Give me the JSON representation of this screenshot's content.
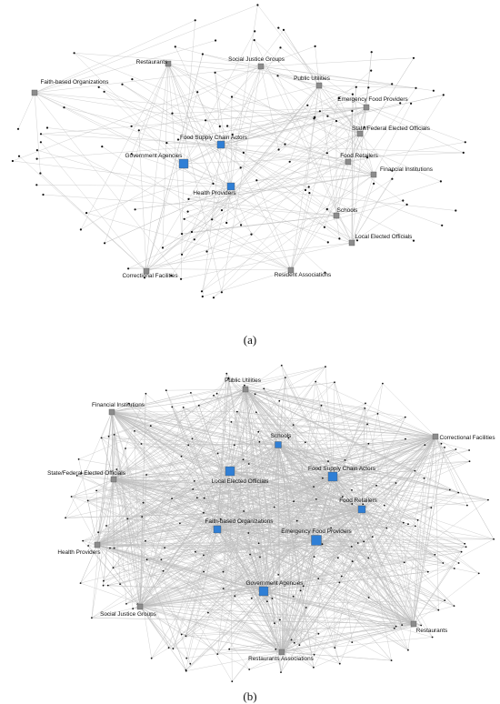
{
  "figure": {
    "panels": [
      {
        "caption": "(a)",
        "nodes": [
          {
            "id": "restaurants",
            "label": "Restaurants",
            "kind": "gray"
          },
          {
            "id": "social_justice",
            "label": "Social Justice Groups",
            "kind": "gray"
          },
          {
            "id": "faith_based",
            "label": "Faith-based Organizations",
            "kind": "gray"
          },
          {
            "id": "public_utilities",
            "label": "Public Utilities",
            "kind": "gray"
          },
          {
            "id": "emergency_food",
            "label": "Emergency Food Providers",
            "kind": "gray"
          },
          {
            "id": "state_federal",
            "label": "State/Federal Elected Officials",
            "kind": "gray"
          },
          {
            "id": "food_supply",
            "label": "Food Supply Chain Actors",
            "kind": "blue"
          },
          {
            "id": "government",
            "label": "Government Agencies",
            "kind": "blue"
          },
          {
            "id": "food_retailers",
            "label": "Food Retailers",
            "kind": "gray"
          },
          {
            "id": "financial",
            "label": "Financial Institutions",
            "kind": "gray"
          },
          {
            "id": "health",
            "label": "Health Providers",
            "kind": "blue"
          },
          {
            "id": "schools",
            "label": "Schools",
            "kind": "gray"
          },
          {
            "id": "local_elected",
            "label": "Local Elected Officials",
            "kind": "gray"
          },
          {
            "id": "correctional",
            "label": "Correctional Facilities",
            "kind": "gray"
          },
          {
            "id": "resident_assoc",
            "label": "Resident Associations",
            "kind": "gray"
          }
        ]
      },
      {
        "caption": "(b)",
        "nodes": [
          {
            "id": "public_utilities",
            "label": "Public Utilities",
            "kind": "gray"
          },
          {
            "id": "financial",
            "label": "Financial Institutions",
            "kind": "gray"
          },
          {
            "id": "schools",
            "label": "Schools",
            "kind": "blue"
          },
          {
            "id": "correctional",
            "label": "Correctional Facilities",
            "kind": "gray"
          },
          {
            "id": "state_federal",
            "label": "State/Federal Elected Officials",
            "kind": "gray"
          },
          {
            "id": "local_elected",
            "label": "Local Elected Officials",
            "kind": "blue"
          },
          {
            "id": "food_supply",
            "label": "Food Supply Chain Actors",
            "kind": "blue"
          },
          {
            "id": "food_retailers",
            "label": "Food Retailers",
            "kind": "blue"
          },
          {
            "id": "faith_based",
            "label": "Faith-based Organizations",
            "kind": "blue"
          },
          {
            "id": "emergency_food",
            "label": "Emergency Food Providers",
            "kind": "blue"
          },
          {
            "id": "health",
            "label": "Health Providers",
            "kind": "gray"
          },
          {
            "id": "government",
            "label": "Government Agencies",
            "kind": "blue"
          },
          {
            "id": "social_justice",
            "label": "Social Justice Groups",
            "kind": "gray"
          },
          {
            "id": "restaurants",
            "label": "Restaurants",
            "kind": "gray"
          },
          {
            "id": "restaurants_assoc",
            "label": "Restaurants Associations",
            "kind": "gray"
          }
        ]
      }
    ]
  },
  "colors": {
    "blue_node": "#2f7fd6",
    "gray_node": "#8c8c8c",
    "dot": "#111111",
    "edge": "#bdbdbd"
  }
}
